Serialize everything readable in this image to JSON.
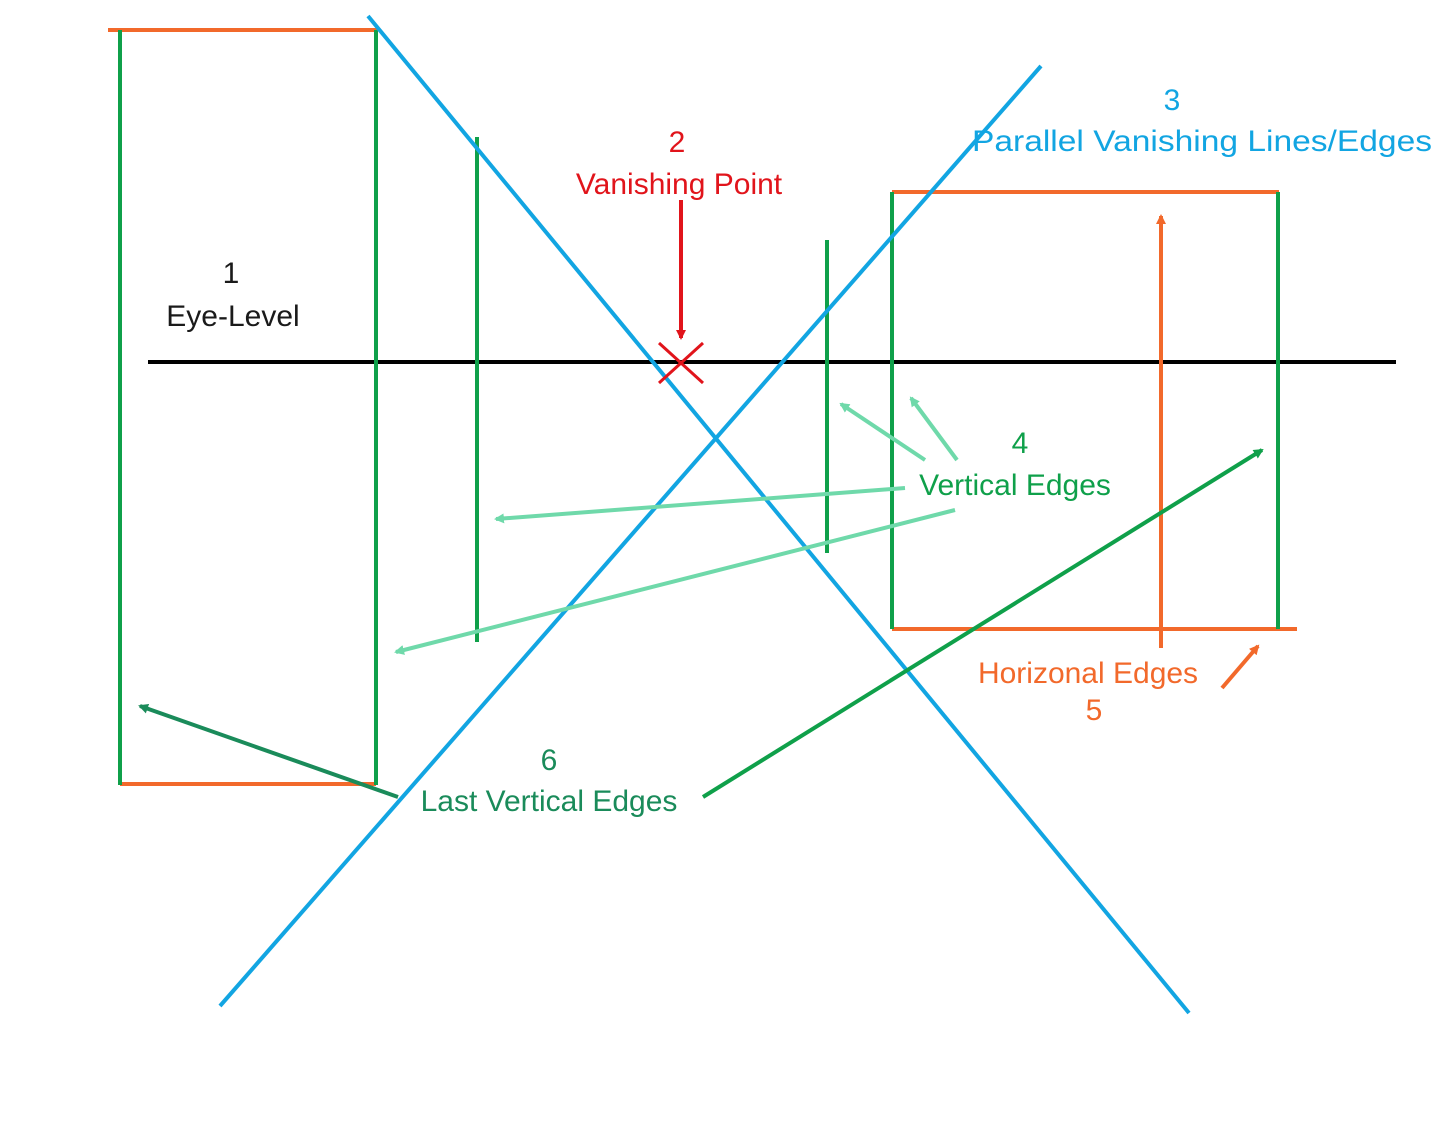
{
  "colors": {
    "eye_level": "#000000",
    "vanishing_point": "#e1141b",
    "vanishing_lines": "#12a5e2",
    "vertical_edges": "#0fa04a",
    "vertical_edge_arrows": "#6fd9aa",
    "horizontal_edges": "#f2692b",
    "last_vertical_edges": "#1a8b5a"
  },
  "labels": {
    "eye_level_number": "1",
    "eye_level": "Eye-Level",
    "vanishing_point_number": "2",
    "vanishing_point": "Vanishing Point",
    "parallel_lines_number": "3",
    "parallel_lines": "Parallel Vanishing Lines/Edges",
    "vertical_edges_number": "4",
    "vertical_edges": "Vertical Edges",
    "horizontal_edges": "Horizonal Edges",
    "horizontal_edges_number": "5",
    "last_vertical_edges_number": "6",
    "last_vertical_edges": "Last Vertical Edges"
  }
}
